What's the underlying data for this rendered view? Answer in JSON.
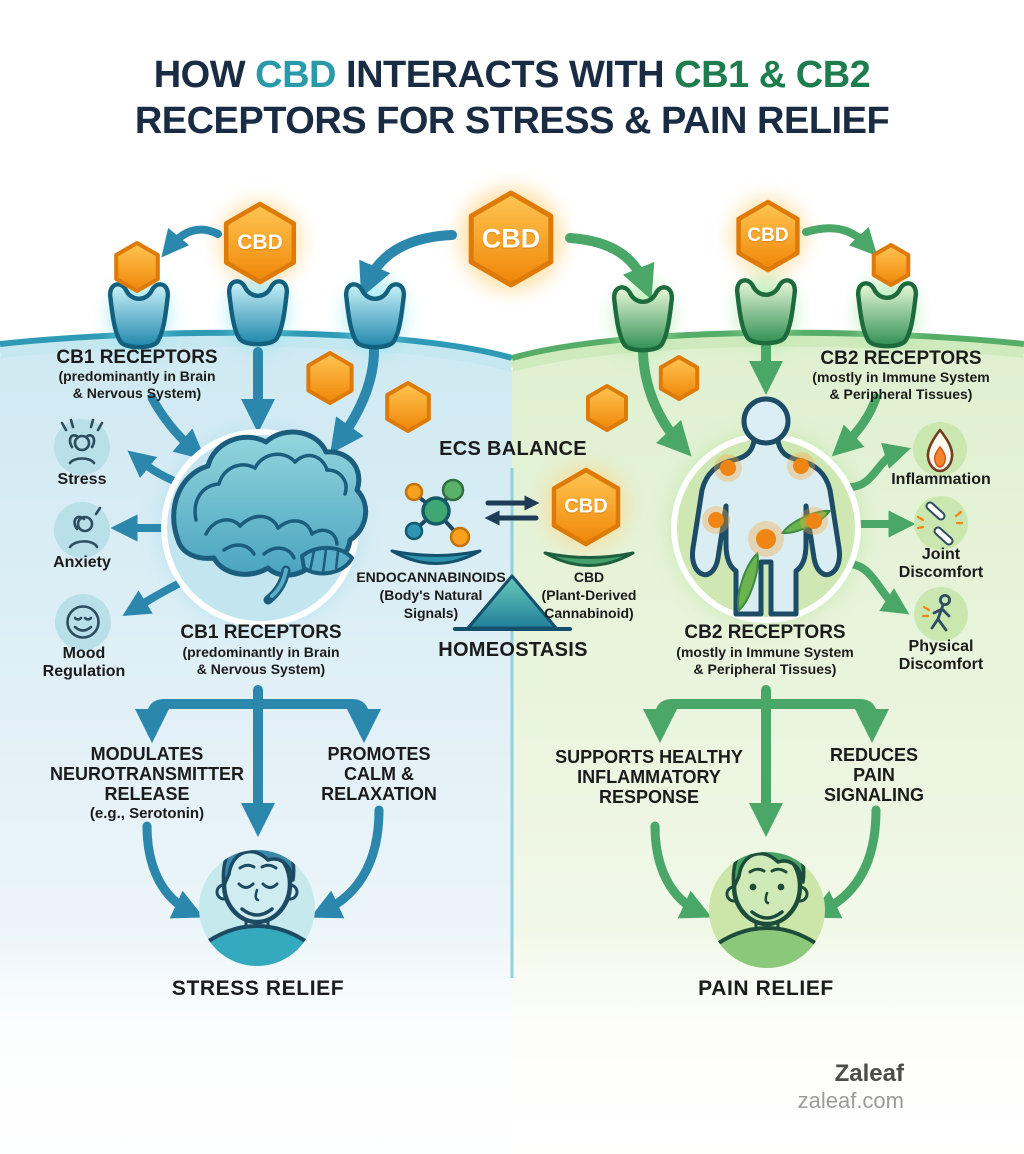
{
  "colors": {
    "title_text": "#1a2c44",
    "cbd_accent": "#2a9aab",
    "cb_green_accent": "#1f7c4e",
    "left_arrow": "#2b87ac",
    "right_arrow": "#4aa767",
    "hexagon_orange": "#f79414",
    "left_background": "#d9edf5",
    "right_background": "#e7f3da",
    "text_dark": "#1b1b1b",
    "brand_gray": "#4c4c4c"
  },
  "title": {
    "seg_how": "HOW",
    "seg_cbd": "CBD",
    "seg_mid": "INTERACTS WITH",
    "seg_cb": "CB1 & CB2",
    "line2": "RECEPTORS FOR STRESS & PAIN RELIEF"
  },
  "hexagons": {
    "left": "CBD",
    "center": "CBD",
    "right": "CBD",
    "scale": "CBD"
  },
  "left_panel": {
    "receptor_top": {
      "heading": "CB1 RECEPTORS",
      "sub": [
        "(predominantly in Brain",
        "& Nervous System)"
      ]
    },
    "effects": [
      {
        "icon": "stress-icon",
        "label": "Stress"
      },
      {
        "icon": "anxiety-icon",
        "label": "Anxiety"
      },
      {
        "icon": "mood-regulation-icon",
        "label": "Mood Regulation"
      }
    ],
    "receptor_mid": {
      "heading": "CB1 RECEPTORS",
      "sub": [
        "(predominantly in Brain",
        "& Nervous System)"
      ]
    },
    "outcome_a": {
      "lines": [
        "MODULATES",
        "NEUROTRANSMITTER",
        "RELEASE"
      ],
      "sub": "(e.g., Serotonin)"
    },
    "outcome_b": {
      "lines": [
        "PROMOTES",
        "CALM &",
        "RELAXATION"
      ]
    },
    "result": "STRESS RELIEF"
  },
  "center_panel": {
    "heading": "ECS BALANCE",
    "left_scale": {
      "lines": [
        "ENDOCANNABINOIDS",
        "(Body's Natural",
        "Signals)"
      ]
    },
    "right_scale": {
      "lines": [
        "CBD",
        "(Plant-Derived",
        "Cannabinoid)"
      ]
    },
    "base_label": "HOMEOSTASIS"
  },
  "right_panel": {
    "receptor_top": {
      "heading": "CB2 RECEPTORS",
      "sub": [
        "(mostly in Immune System",
        "& Peripheral Tissues)"
      ]
    },
    "effects": [
      {
        "icon": "inflammation-icon",
        "label": "Inflammation"
      },
      {
        "icon": "joint-discomfort-icon",
        "label": "Joint Discomfort"
      },
      {
        "icon": "physical-discomfort-icon",
        "label": "Physical Discomfort"
      }
    ],
    "receptor_mid": {
      "heading": "CB2 RECEPTORS",
      "sub": [
        "(mostly in Immune System",
        "& Peripheral Tissues)"
      ]
    },
    "outcome_a": {
      "lines": [
        "SUPPORTS HEALTHY",
        "INFLAMMATORY",
        "RESPONSE"
      ]
    },
    "outcome_b": {
      "lines": [
        "REDUCES",
        "PAIN",
        "SIGNALING"
      ]
    },
    "result": "PAIN RELIEF"
  },
  "footer": {
    "brand": "Zaleaf",
    "website": "zaleaf.com"
  }
}
